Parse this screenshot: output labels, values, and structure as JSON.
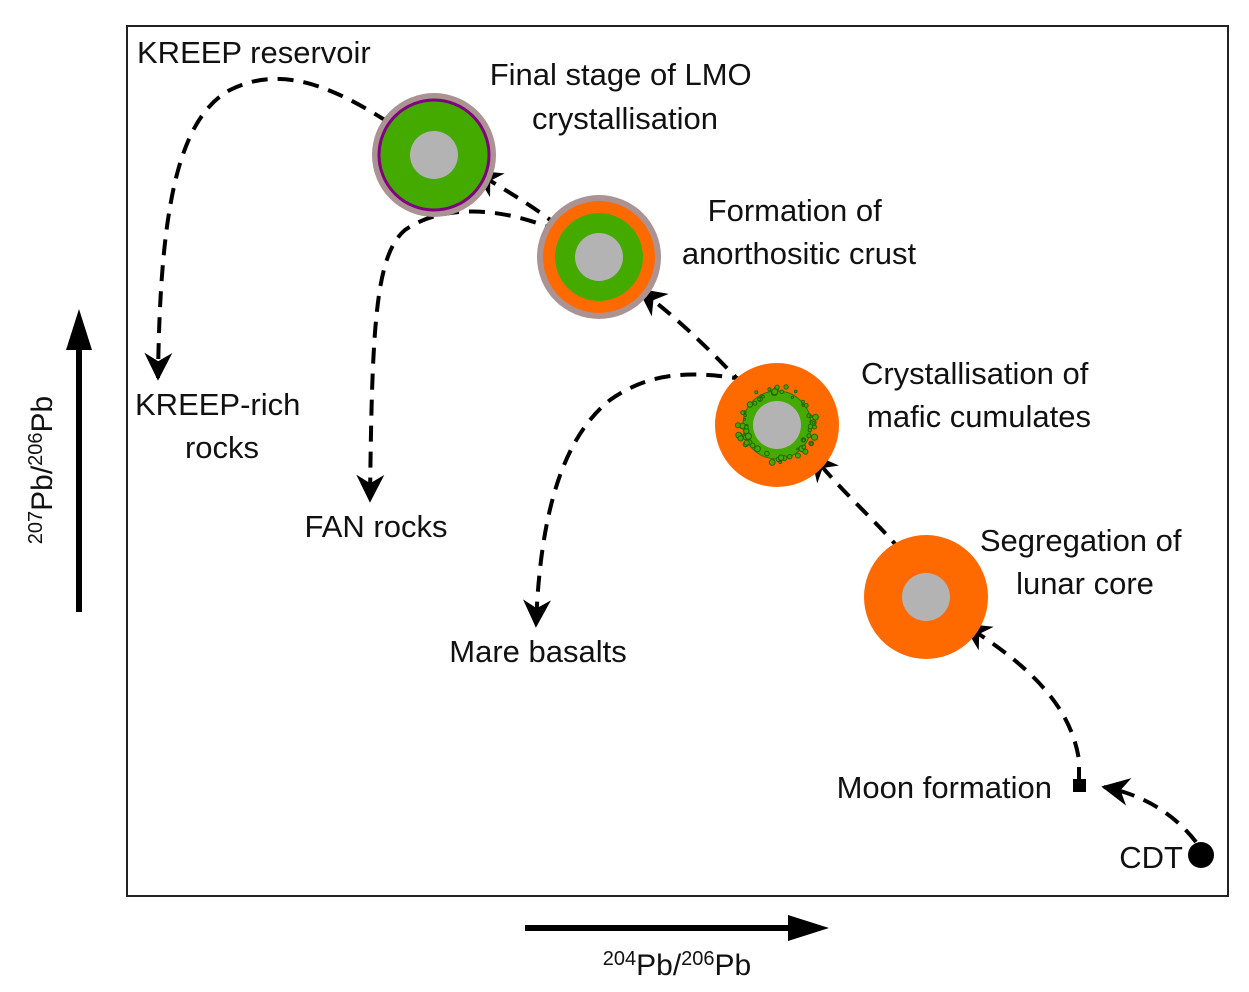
{
  "diagram": {
    "title": "Lunar Pb isotope evolution",
    "colors": {
      "mantle": "#ff6a00",
      "cumulate": "#44aa00",
      "crust": "#ac9393",
      "kreep": "#800080",
      "core": "#b3b3b3",
      "arrow": "#000000"
    },
    "axes": {
      "x": {
        "iso_top": "204",
        "elem_top": "Pb/",
        "iso_bottom": "206",
        "elem_bottom": "Pb"
      },
      "y": {
        "iso_top": "207",
        "elem_top": "Pb/",
        "iso_bottom": "206",
        "elem_bottom": "Pb"
      }
    },
    "stages": [
      {
        "id": "cdt",
        "label": [
          "CDT"
        ]
      },
      {
        "id": "moon-formation",
        "label": [
          "Moon formation"
        ]
      },
      {
        "id": "core-segregation",
        "label": [
          "Segregation of",
          "lunar core"
        ]
      },
      {
        "id": "mafic-cumulates",
        "label": [
          "Crystallisation of",
          "mafic cumulates"
        ]
      },
      {
        "id": "anorthositic-crust",
        "label": [
          "Formation of",
          "anorthositic crust"
        ]
      },
      {
        "id": "final-lmo",
        "label": [
          "Final stage of LMO",
          "crystallisation"
        ]
      }
    ],
    "products": [
      {
        "id": "mare-basalts",
        "label": [
          "Mare basalts"
        ]
      },
      {
        "id": "fan-rocks",
        "label": [
          "FAN rocks"
        ]
      },
      {
        "id": "kreep-reservoir",
        "label": [
          "KREEP reservoir"
        ]
      },
      {
        "id": "kreep-rich-rocks",
        "label": [
          "KREEP-rich",
          "rocks"
        ]
      }
    ]
  }
}
